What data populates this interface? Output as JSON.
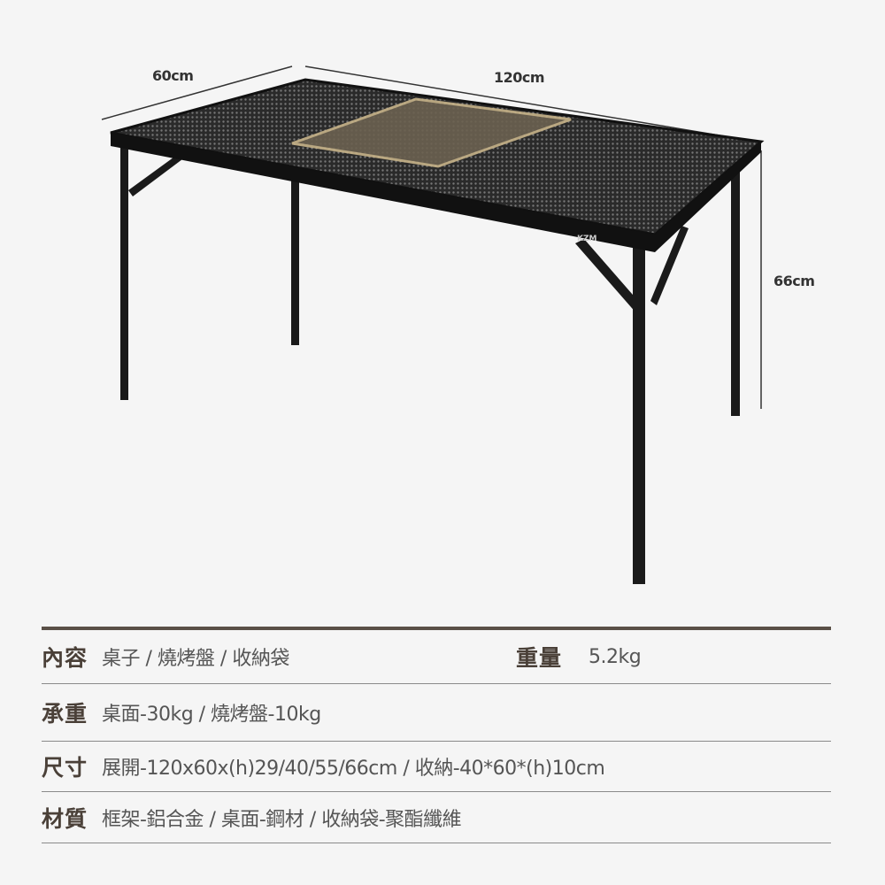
{
  "dimensions": {
    "depth": "60cm",
    "width": "120cm",
    "height": "66cm"
  },
  "brand_logo": "KZM",
  "colors": {
    "background": "#f5f5f5",
    "heading": "#4a4038",
    "rule": "#5a5047",
    "text": "#555555"
  },
  "specs": {
    "contents": {
      "label": "內容",
      "value": "桌子 / 燒烤盤 / 收納袋"
    },
    "weight": {
      "label": "重量",
      "value": "5.2kg"
    },
    "load": {
      "label": "承重",
      "value": "桌面-30kg / 燒烤盤-10kg"
    },
    "size": {
      "label": "尺寸",
      "value": "展開-120x60x(h)29/40/55/66cm / 收納-40*60*(h)10cm"
    },
    "material": {
      "label": "材質",
      "value": "框架-鋁合金 / 桌面-鋼材 / 收納袋-聚酯纖維"
    }
  }
}
